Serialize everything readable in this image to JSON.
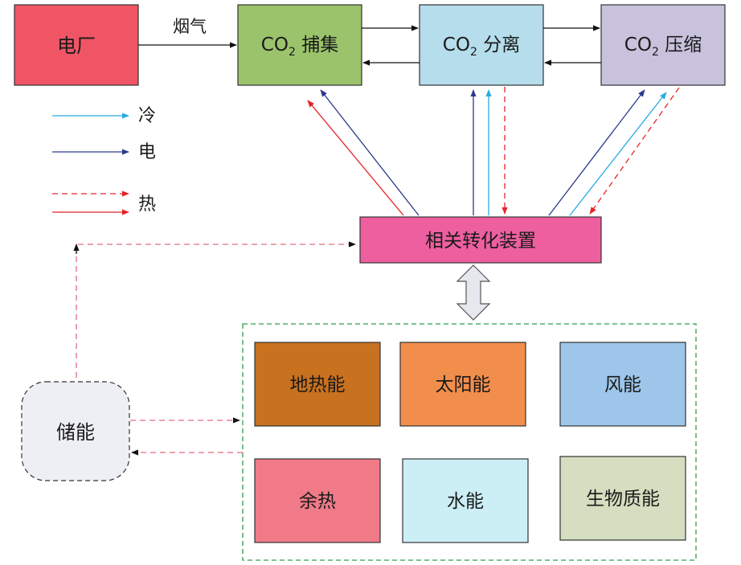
{
  "nodes": {
    "power_plant": {
      "label": "电厂",
      "color": "#EF5565"
    },
    "capture": {
      "label_prefix": "CO",
      "label_sub": "2",
      "label_suffix": " 捕集",
      "color": "#9BC36C"
    },
    "separation": {
      "label_prefix": "CO",
      "label_sub": "2",
      "label_suffix": " 分离",
      "color": "#B5DDEB"
    },
    "compression": {
      "label_prefix": "CO",
      "label_sub": "2",
      "label_suffix": " 压缩",
      "color": "#C8C2DD"
    },
    "conversion": {
      "label": "相关转化装置",
      "color": "#EE5FA0"
    },
    "storage": {
      "label": "储能",
      "color": "#EDEFF4"
    }
  },
  "flue_gas_label": "烟气",
  "legend": {
    "cold": {
      "label": "冷",
      "color": "#29ABE2"
    },
    "electric": {
      "label": "电",
      "color": "#2E3A8C"
    },
    "heat": {
      "label": "热",
      "color": "#E5232A"
    }
  },
  "energy_sources": [
    {
      "label": "地热能",
      "color": "#C8711E"
    },
    {
      "label": "太阳能",
      "color": "#F28E4C"
    },
    {
      "label": "风能",
      "color": "#9DC6EA"
    },
    {
      "label": "余热",
      "color": "#F07A88"
    },
    {
      "label": "水能",
      "color": "#CCEFF6"
    },
    {
      "label": "生物质能",
      "color": "#D5DEC0"
    }
  ],
  "energy_group_border_color": "#2E9E4F"
}
